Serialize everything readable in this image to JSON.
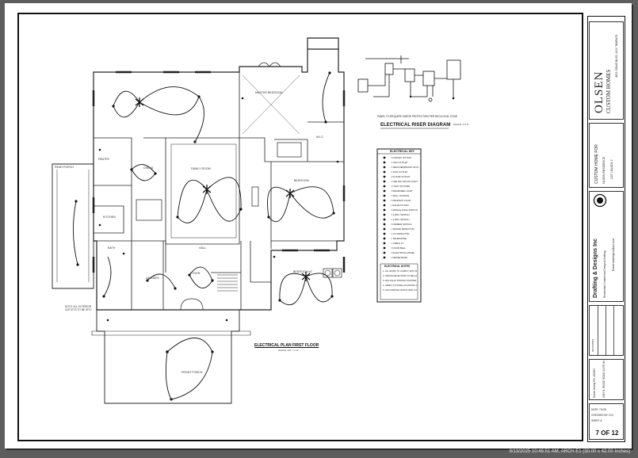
{
  "drawing": {
    "plan_title": "ELECTRICAL PLAN FIRST FLOOR",
    "plan_scale": "SCALE: 1/8\" = 1'-0\"",
    "riser_title": "ELECTRICAL RISER DIAGRAM",
    "riser_scale": "SCALE: N.T.S.",
    "riser_note": "PANEL TO REQUIRE SURGE PROTECTION PER NEC/LOCAL CODE",
    "rooms": {
      "master_bedroom": "MASTER BEDROOM",
      "family_room": "FAMILY ROOM",
      "kitchen": "KITCHEN",
      "bedroom_2": "BEDROOM",
      "bedroom_3": "BEDROOM #2",
      "foyer": "FOYER",
      "dining": "DINING",
      "laundry": "LAUNDRY",
      "porch": "FRONT PORCH",
      "rear_porch": "REAR PORCH",
      "closet": "W.I.C.",
      "bath": "BATH",
      "hall": "HALL",
      "pantry": "PANTRY",
      "garage_note": "NOTE: ALL EXTERIOR OUTLETS TO BE GFCI"
    }
  },
  "legend": {
    "title": "ELECTRICAL KEY",
    "items": [
      "= DUPLEX OUTLET",
      "= GFCI OUTLET",
      "= WEATHERPROOF GFCI OUTLET",
      "= 220V OUTLET",
      "= FLOOR OUTLET",
      "= CEILING FAN W/ LIGHT",
      "= LIGHT FIXTURE",
      "= RECESSED LIGHT",
      "= WALL SCONCE",
      "= PENDANT LIGHT",
      "= EXHAUST FAN",
      "= SINGLE POLE SWITCH",
      "= 3-WAY SWITCH",
      "= 4-WAY SWITCH",
      "= DIMMER SWITCH",
      "= SMOKE DETECTOR",
      "= CO DETECTOR",
      "= TELEPHONE",
      "= CABLE TV",
      "= DOOR BELL",
      "= ELECTRICAL PANEL",
      "= METER BASE"
    ],
    "notes_title": "ELECTRICAL NOTES",
    "notes": [
      "1. ALL WORK TO COMPLY WITH NEC.",
      "2. SMOKE DETECTORS TO BE HARD WIRED.",
      "3. ARC FAULT PROTECTION PER CODE.",
      "4. VERIFY FIXTURE LOCATIONS W/ OWNER.",
      "5. GFCI PROTECTION AT WET LOCATIONS."
    ]
  },
  "titleblock": {
    "company_logo": "OLSEN",
    "company_sub": "CUSTOM HOMES",
    "company_contact": "4901 CRAIG BLVD. #100 TAMPA FL",
    "project_label": "CUSTOM HOME FOR",
    "project_name": "OLSEN RESIDENCE",
    "project_lot": "LOT 1 BLOCK 2",
    "designer_name": "Drafting & Designs Inc",
    "designer_addr": "Residential Commercial Design & Drafting",
    "designer_email": "Email: dadesigns@aol.com",
    "revisions": "REVISIONS",
    "engineer": "Daniel Jimmy P.E. #00007",
    "site_addr": "9999 N. RIDGE ROAD SUITE 84",
    "drawn_by_label": "DATE:",
    "drawn_by_val": "7/1/25",
    "checked_label": "CHECKED BY:",
    "checked_val": "D.D.",
    "sheet_label": "SHEET #:",
    "sheet_no": "7 OF 12"
  },
  "footer": {
    "stamp": "8/13/2025 10:46:51 AM, ARCH E1 (30.00 x 42.00 Inches)"
  },
  "colors": {
    "background": "#5d5d5d",
    "paper": "#ffffff",
    "ink": "#111111"
  }
}
